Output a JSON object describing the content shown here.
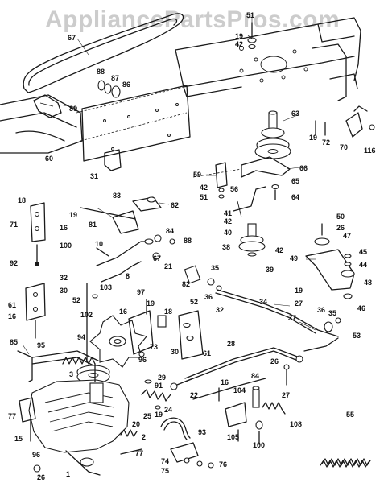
{
  "watermark": "AppliancePartsPros.com",
  "callouts": [
    "67",
    "51",
    "19",
    "42",
    "88",
    "87",
    "86",
    "89",
    "63",
    "60",
    "19",
    "72",
    "70",
    "116",
    "31",
    "66",
    "59",
    "42",
    "51",
    "56",
    "65",
    "64",
    "83",
    "62",
    "18",
    "19",
    "71",
    "16",
    "100",
    "92",
    "81",
    "41",
    "42",
    "40",
    "38",
    "42",
    "39",
    "84",
    "88",
    "67",
    "21",
    "10",
    "8",
    "50",
    "26",
    "47",
    "45",
    "44",
    "49",
    "48",
    "82",
    "35",
    "36",
    "34",
    "19",
    "27",
    "36",
    "35",
    "46",
    "32",
    "30",
    "52",
    "61",
    "16",
    "103",
    "97",
    "19",
    "18",
    "102",
    "94",
    "16",
    "52",
    "32",
    "30",
    "61",
    "73",
    "37",
    "96",
    "85",
    "95",
    "3",
    "28",
    "29",
    "22",
    "53",
    "26",
    "27",
    "91",
    "20",
    "24",
    "19",
    "16",
    "104",
    "84",
    "108",
    "77",
    "15",
    "96",
    "25",
    "2",
    "93",
    "100",
    "105",
    "55",
    "77",
    "74",
    "75",
    "76",
    "1",
    "26"
  ],
  "colors": {
    "ink": "#1a1a1a",
    "background": "#ffffff"
  }
}
